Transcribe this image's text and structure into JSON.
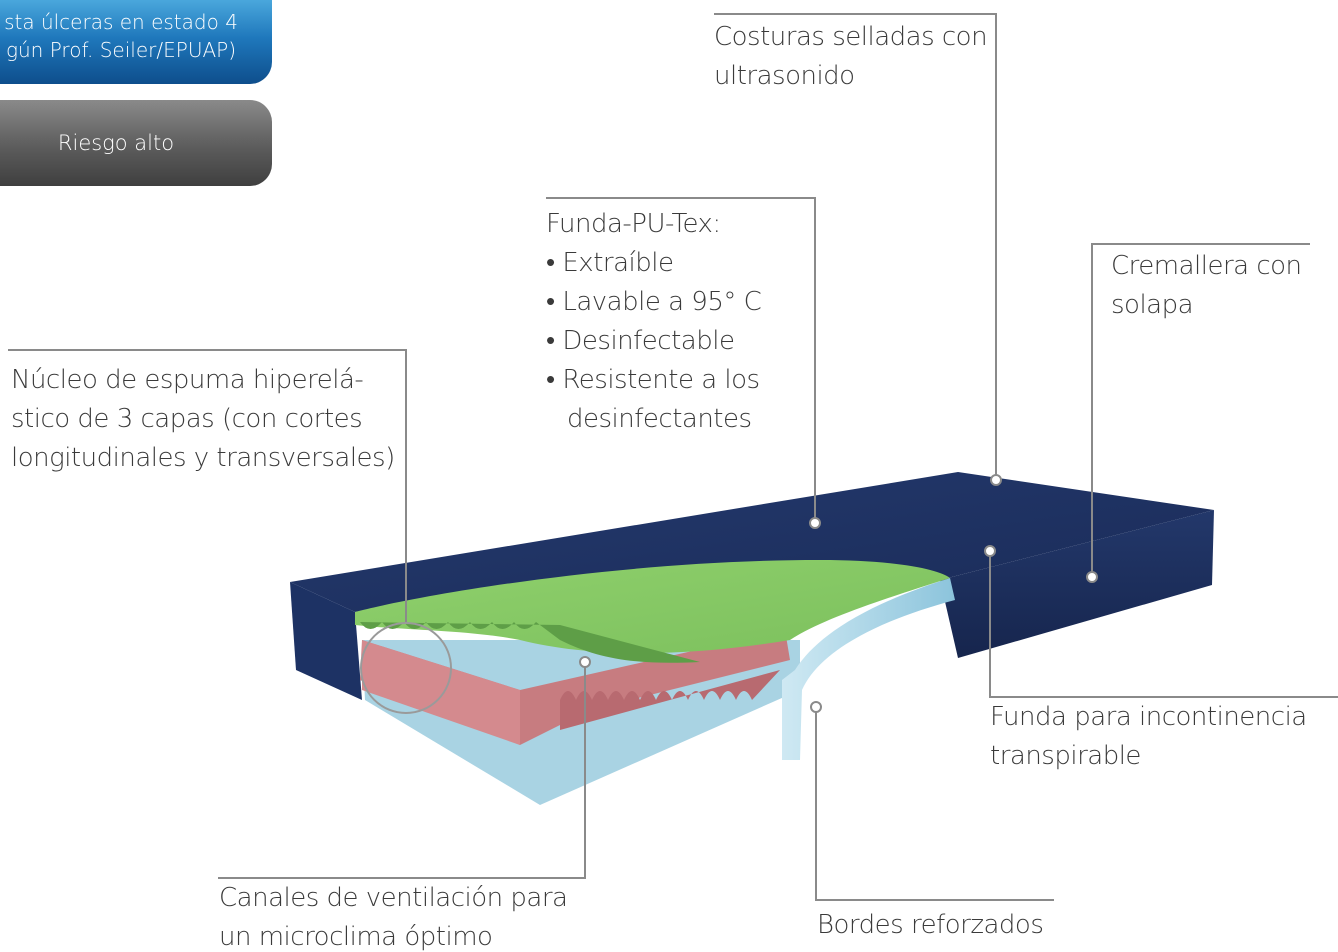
{
  "badges": {
    "ulcer_line1": "sta úlceras en estado 4",
    "ulcer_line2": "gún Prof. Seiler/EPUAP)",
    "risk": "Riesgo alto"
  },
  "callouts": {
    "seams": {
      "line1": "Costuras selladas con",
      "line2": "ultrasonido"
    },
    "cover": {
      "title": "Funda-PU-Tex:",
      "bullets": [
        "Extraíble",
        "Lavable a 95° C",
        "Desinfectable",
        "Resistente a los"
      ],
      "continuation": "desinfectantes"
    },
    "zipper": {
      "line1": "Cremallera con",
      "line2": "solapa"
    },
    "core": {
      "line1": "Núcleo de espuma hiperelá-",
      "line2": "stico de 3 capas (con cortes",
      "line3": "longitudinales y transversales)"
    },
    "incontinence": {
      "line1": "Funda para incontinencia",
      "line2": "transpirable"
    },
    "channels": {
      "line1": "Canales de ventilación para",
      "line2": "un microclima óptimo"
    },
    "edges": {
      "line1": "Bordes reforzados"
    }
  },
  "colors": {
    "navy": "#1c2f5e",
    "green": "#8fcf6e",
    "pink": "#c97a7f",
    "light_blue": "#9fd0e2",
    "leader": "#8a8a8a"
  }
}
